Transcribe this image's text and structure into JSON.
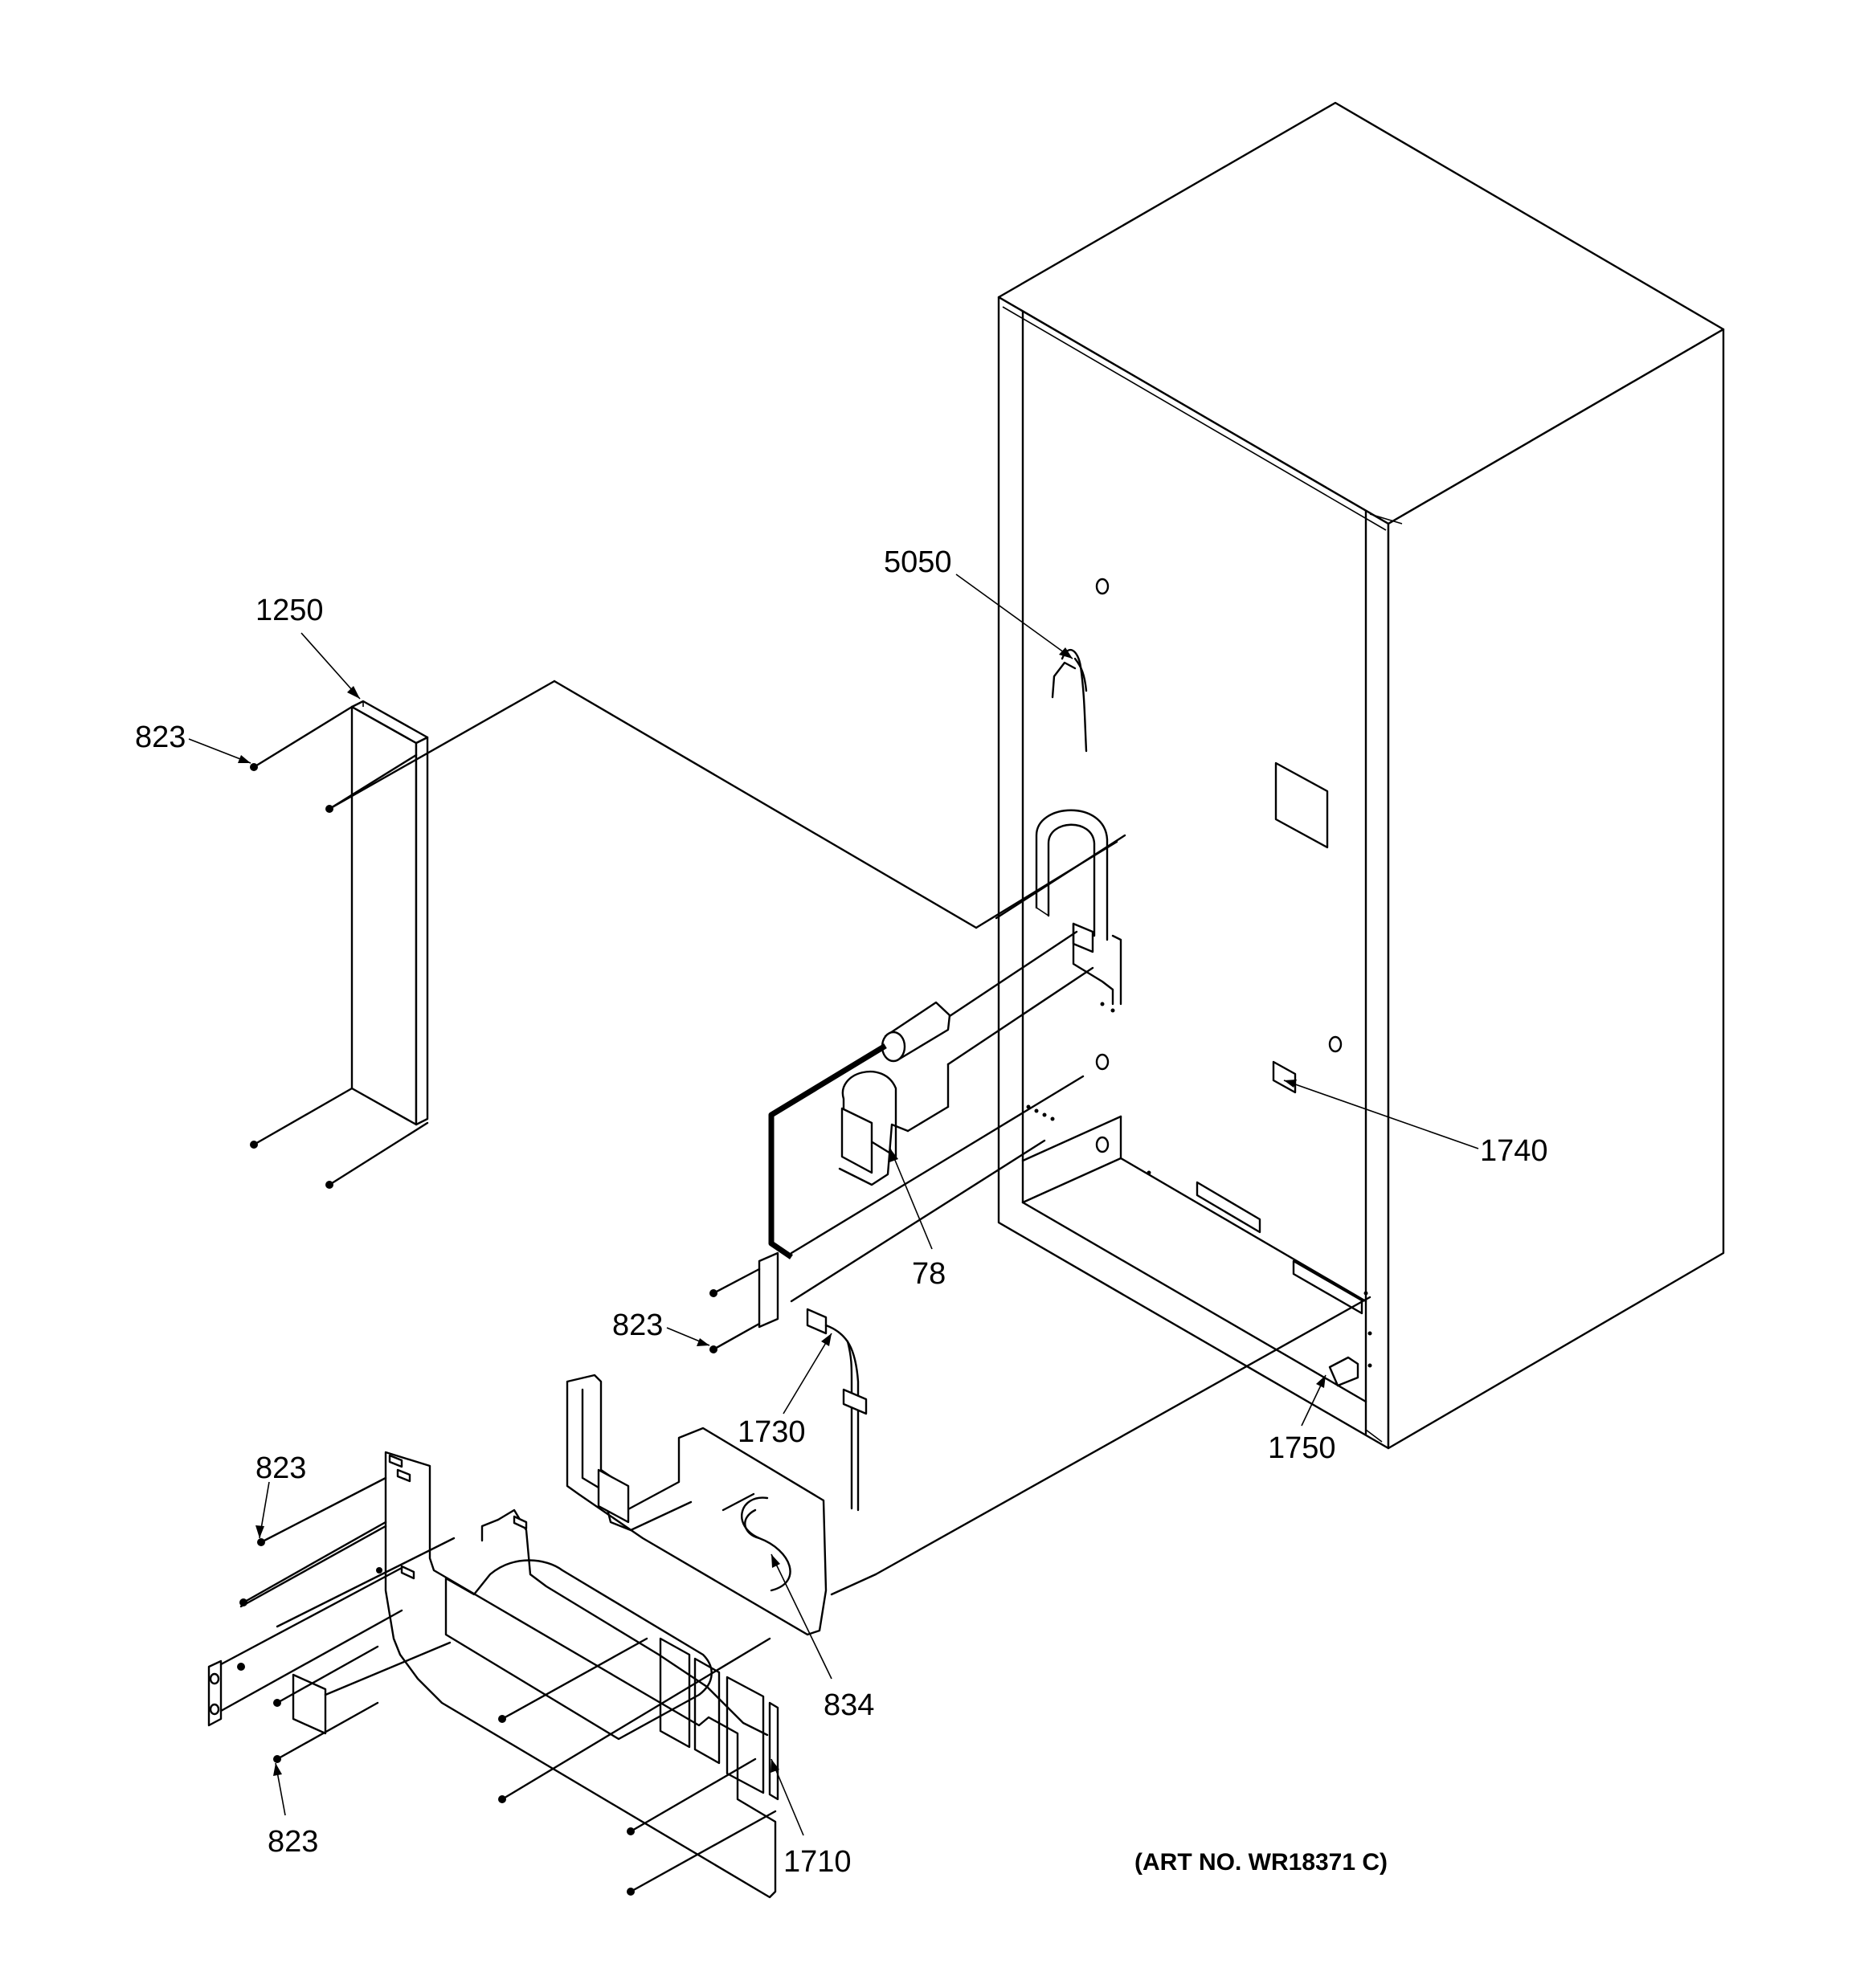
{
  "labels": {
    "p5050": "5050",
    "p1250": "1250",
    "p823_a": "823",
    "p1740": "1740",
    "p78": "78",
    "p823_b": "823",
    "p1730": "1730",
    "p823_c": "823",
    "p1750": "1750",
    "p834": "834",
    "p823_d": "823",
    "p1710": "1710"
  },
  "art_number": "(ART NO. WR18371 C)"
}
